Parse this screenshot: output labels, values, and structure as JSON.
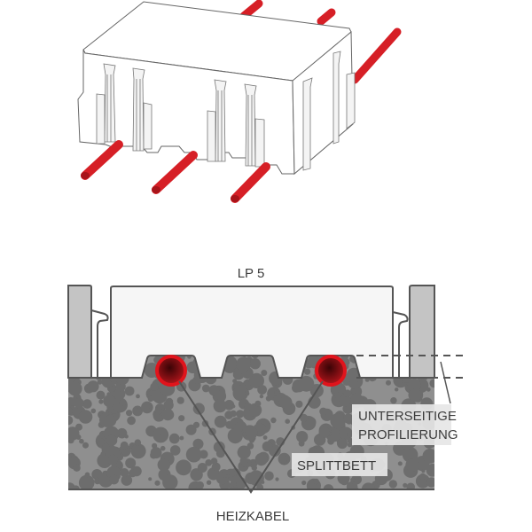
{
  "figure": {
    "title": "LP 5",
    "labels": {
      "profile_line1": "UNTERSEITIGE",
      "profile_line2": "PROFILIERUNG",
      "bed": "SPLITTBETT",
      "cable": "HEIZKABEL"
    }
  },
  "colors": {
    "cable_red": "#d61f26",
    "cable_dark": "#7a0c10",
    "outline": "#555555",
    "block_fill": "#f6f6f6",
    "flange_fill": "#c4c4c4",
    "bed_fill": "#8a8a8a",
    "pebble_fill": "#6e6e6e",
    "label_bg": "#e6e6e6",
    "text": "#3c3c3c"
  }
}
